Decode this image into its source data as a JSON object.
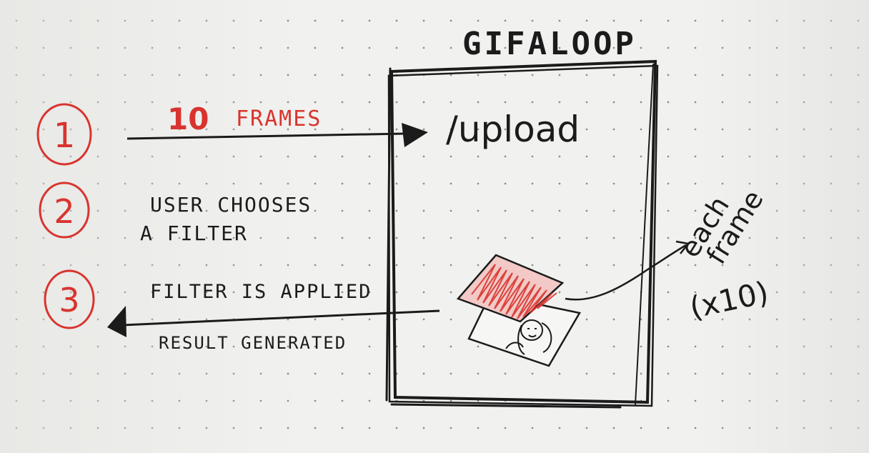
{
  "title": "GIFALOOP",
  "endpoint": "/upload",
  "arrow_label": {
    "count": "10",
    "unit": "FRAMES"
  },
  "steps": [
    {
      "number": "1",
      "text_lines": []
    },
    {
      "number": "2",
      "text_lines": [
        "USER CHOOSES",
        "A FILTER"
      ]
    },
    {
      "number": "3",
      "text_lines": [
        "FILTER IS APPLIED"
      ]
    }
  ],
  "result_label": "RESULT GENERATED",
  "annotation_lines": [
    "each",
    "frame",
    "(x10)"
  ],
  "colors": {
    "ink": "#1b1b1b",
    "red": "#d8342f",
    "paper": "#f1f1ef"
  }
}
